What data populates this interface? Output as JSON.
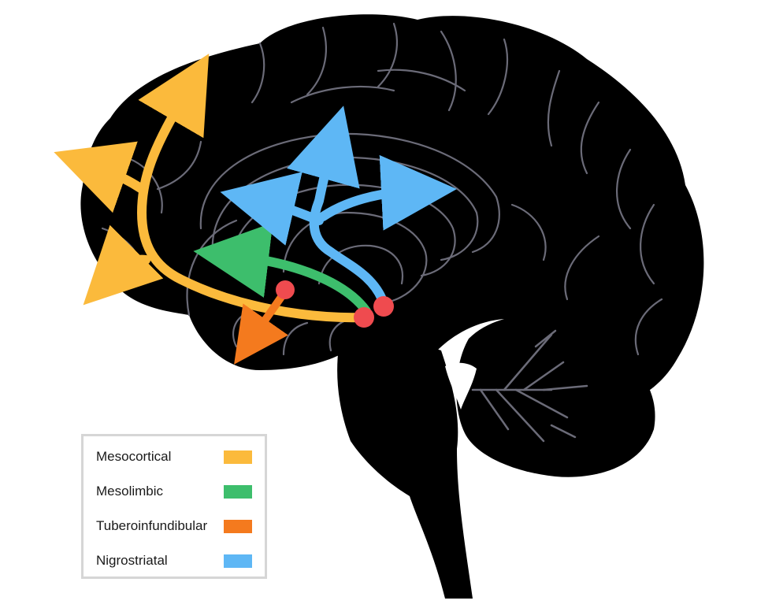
{
  "legend": {
    "items": [
      {
        "label": "Mesocortical",
        "color": "#FBBA3C"
      },
      {
        "label": "Mesolimbic",
        "color": "#3DBE6C"
      },
      {
        "label": "Tuberoinfundibular",
        "color": "#F47A1E"
      },
      {
        "label": "Nigrostriatal",
        "color": "#5EB7F5"
      }
    ]
  },
  "colors": {
    "brain": "#000000",
    "gyri_lines": "#6b6b78",
    "origin_nodes": "#EF4B4F",
    "background": "#ffffff"
  },
  "icons": [
    "brain-silhouette-icon",
    "pathway-arrow-icon",
    "origin-node-icon"
  ]
}
